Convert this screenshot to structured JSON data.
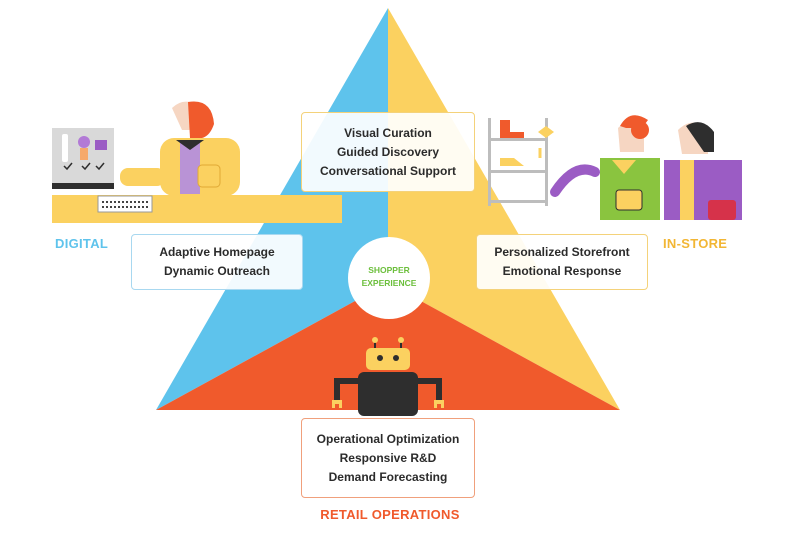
{
  "colors": {
    "digital": "#5ec3ec",
    "instore": "#fbd160",
    "retail": "#f05a2c",
    "center_text": "#6cbf3c"
  },
  "center": {
    "line1": "SHOPPER",
    "line2": "EXPERIENCE"
  },
  "digital": {
    "label": "DIGITAL",
    "items": [
      "Adaptive Homepage",
      "Dynamic Outreach"
    ]
  },
  "instore": {
    "label": "IN-STORE",
    "items": [
      "Personalized Storefront",
      "Emotional Response"
    ]
  },
  "shared": {
    "items": [
      "Visual Curation",
      "Guided Discovery",
      "Conversational Support"
    ]
  },
  "retail": {
    "label": "RETAIL OPERATIONS",
    "items": [
      "Operational Optimization",
      "Responsive R&D",
      "Demand Forecasting"
    ]
  },
  "illustrations": {
    "digital": "person-at-computer-icon",
    "instore": "shoppers-with-shoes-icon",
    "retail": "robot-icon"
  }
}
